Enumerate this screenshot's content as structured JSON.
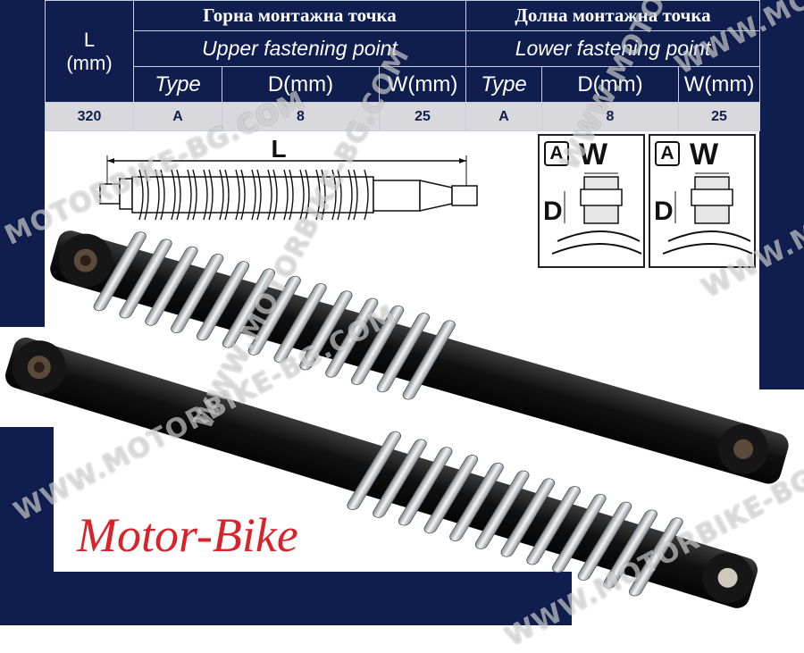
{
  "table": {
    "l_header": "L\n(mm)",
    "upper_title_bg": "Горна монтажна точка",
    "upper_title_en": "Upper fastening point",
    "lower_title_bg": "Долна монтажна точка",
    "lower_title_en": "Lower fastening point",
    "col_type": "Type",
    "col_d": "D(mm)",
    "col_w": "W(mm)",
    "values": {
      "l": "320",
      "upper_type": "A",
      "upper_d": "8",
      "upper_w": "25",
      "lower_type": "A",
      "lower_d": "8",
      "lower_w": "25"
    }
  },
  "diagram": {
    "length_label": "L",
    "detail_upper": {
      "type": "A",
      "w": "W",
      "d": "D"
    },
    "detail_lower": {
      "type": "A",
      "w": "W",
      "d": "D"
    }
  },
  "brand": "Motor-Bike",
  "watermark": "WWW.MOTORBIKE-BG.COM",
  "watermarks": [
    "MOTORBIKE-BG.COM",
    "WWW.MOTO",
    "WWW.MOTORBIKE",
    "WWW.MOTORBIKE-BG.COM",
    "WWW.MOTORBIKE-BG.COM",
    "WWW.MOTORBIKE-BG.COM",
    "WWW.MOTORBIKE-BG.COM"
  ],
  "colors": {
    "navy": "#0f1e4e",
    "brand_red": "#d8232a",
    "value_row": "#d9d9dd"
  }
}
